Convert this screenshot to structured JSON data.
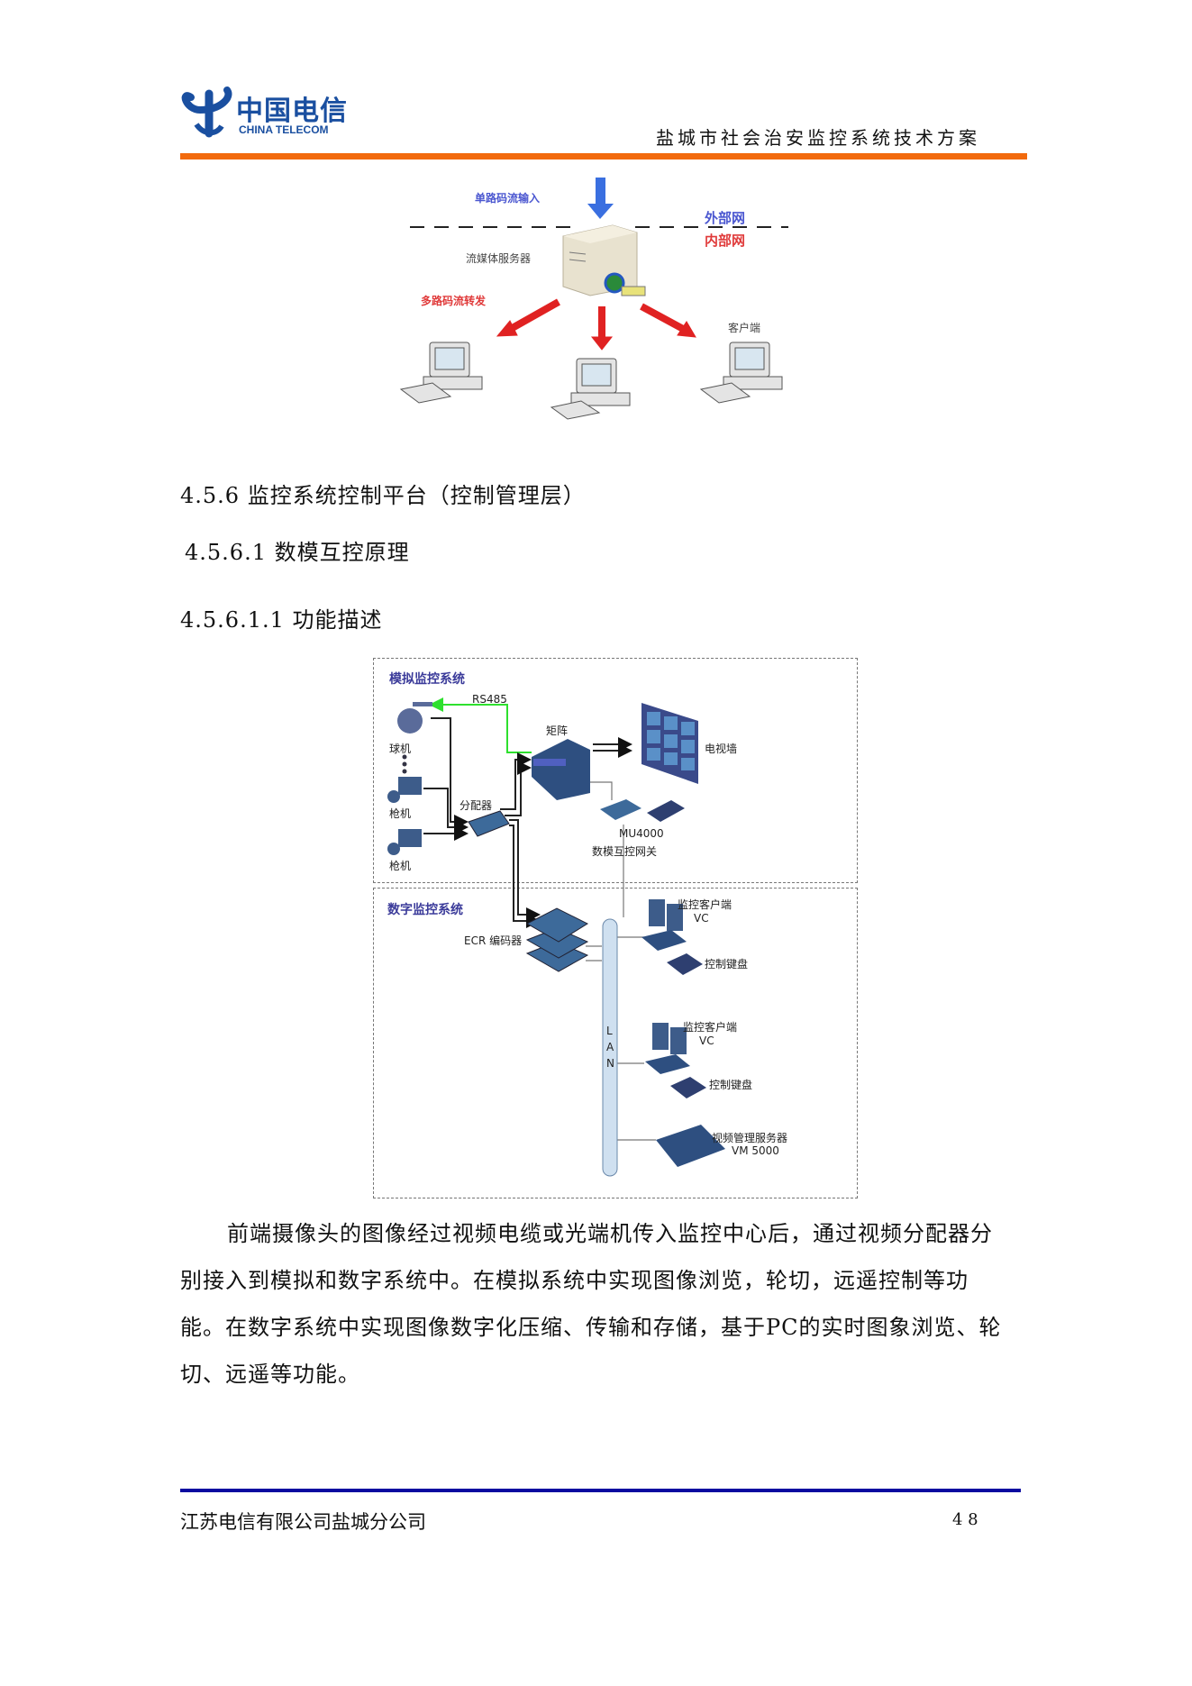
{
  "header": {
    "logo_cn": "中国电信",
    "logo_en": "CHINA TELECOM",
    "doc_title": "盐城市社会治安监控系统技术方案",
    "accent_color": "#f26a0d"
  },
  "figure1": {
    "input_label": "单路码流输入",
    "external_net": "外部网",
    "internal_net": "内部网",
    "server_label": "流媒体服务器",
    "forward_label": "多路码流转发",
    "client_label": "客户端"
  },
  "headings": {
    "h1": "4.5.6 监控系统控制平台（控制管理层）",
    "h2": "4.5.6.1 数模互控原理",
    "h3": "4.5.6.1.1 功能描述"
  },
  "figure2": {
    "analog_title": "模拟监控系统",
    "rs485": "RS485",
    "dome_camera": "球机",
    "gun_camera_1": "枪机",
    "gun_camera_2": "枪机",
    "splitter": "分配器",
    "matrix": "矩阵",
    "tv_wall": "电视墙",
    "gateway_model": "MU4000",
    "gateway_name": "数模互控网关",
    "digital_title": "数字监控系统",
    "encoder": "ECR 编码器",
    "client1_name": "监控客户端",
    "client1_model": "VC",
    "keyboard1": "控制键盘",
    "client2_name": "监控客户端",
    "client2_model": "VC",
    "keyboard2": "控制键盘",
    "vm_name": "视频管理服务器",
    "vm_model": "VM 5000",
    "lan_l": "L",
    "lan_a": "A",
    "lan_n": "N"
  },
  "body": {
    "paragraph": "前端摄像头的图像经过视频电缆或光端机传入监控中心后，通过视频分配器分别接入到模拟和数字系统中。在模拟系统中实现图像浏览，轮切，远遥控制等功能。在数字系统中实现图像数字化压缩、传输和存储，基于PC的实时图象浏览、轮切、远遥等功能。"
  },
  "footer": {
    "company": "江苏电信有限公司盐城分公司",
    "page": "4 8"
  }
}
